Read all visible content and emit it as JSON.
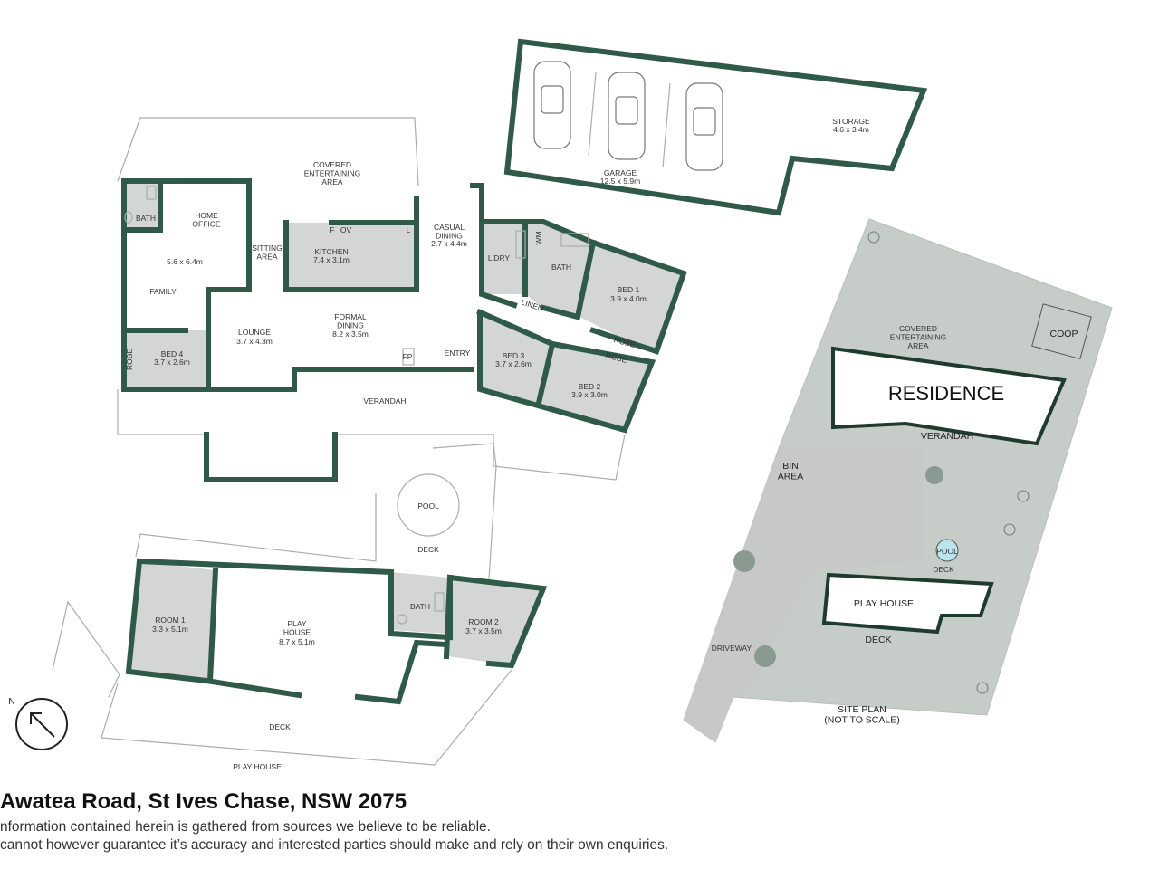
{
  "house": {
    "covered_entertaining": "COVERED\nENTERTAINING\nAREA",
    "bath": "BATH",
    "home_office": "HOME\nOFFICE",
    "family_dims": "5.6 x 6.4m",
    "family": "FAMILY",
    "sitting": "SITTING\nAREA",
    "kitchen": "KITCHEN",
    "kitchen_dims": "7.4 x 3.1m",
    "fridge": "F",
    "oven": "OV",
    "pantry": "L",
    "casual_dining": "CASUAL\nDINING",
    "casual_dims": "2.7 x 4.4m",
    "laundry": "L'DRY",
    "wm": "WM",
    "bath2": "BATH",
    "bed1": "BED 1",
    "bed1_dims": "3.9 x 4.0m",
    "linen": "LINEN",
    "lounge": "LOUNGE",
    "lounge_dims": "3.7 x 4.3m",
    "formal_dining": "FORMAL\nDINING",
    "formal_dims": "8.2 x 3.5m",
    "robe": "ROBE",
    "bed4": "BED 4",
    "bed4_dims": "3.7 x 2.6m",
    "fp": "FP",
    "entry": "ENTRY",
    "bed3": "BED 3",
    "bed3_dims": "3.7 x 2.6m",
    "robe2": "ROBE",
    "robe3": "ROBE",
    "bed2": "BED 2",
    "bed2_dims": "3.9 x 3.0m",
    "verandah": "VERANDAH"
  },
  "garage": {
    "garage": "GARAGE",
    "garage_dims": "12.5 x 5.9m",
    "storage": "STORAGE",
    "storage_dims": "4.6 x 3.4m"
  },
  "playhouse": {
    "pool": "POOL",
    "deck_top": "DECK",
    "room1": "ROOM 1",
    "room1_dims": "3.3 x 5.1m",
    "play": "PLAY\nHOUSE",
    "play_dims": "8.7 x 5.1m",
    "bath": "BATH",
    "room2": "ROOM 2",
    "room2_dims": "3.7 x 3.5m",
    "deck": "DECK",
    "title": "PLAY HOUSE",
    "north": "N"
  },
  "site": {
    "coop": "COOP",
    "covered": "COVERED\nENTERTAINING\nAREA",
    "residence": "RESIDENCE",
    "verandah": "VERANDAH",
    "bin": "BIN\nAREA",
    "pool": "POOL",
    "deck": "DECK",
    "playhouse": "PLAY HOUSE",
    "deck2": "DECK",
    "driveway": "DRIVEWAY",
    "site_plan": "SITE PLAN\n(NOT TO SCALE)"
  },
  "footer": {
    "address": "Awatea Road, St Ives Chase, NSW 2075",
    "line1": "nformation contained herein is gathered from sources we believe to be reliable.",
    "line2": "cannot however guarantee it’s accuracy and interested parties should make and rely on their own enquiries."
  }
}
